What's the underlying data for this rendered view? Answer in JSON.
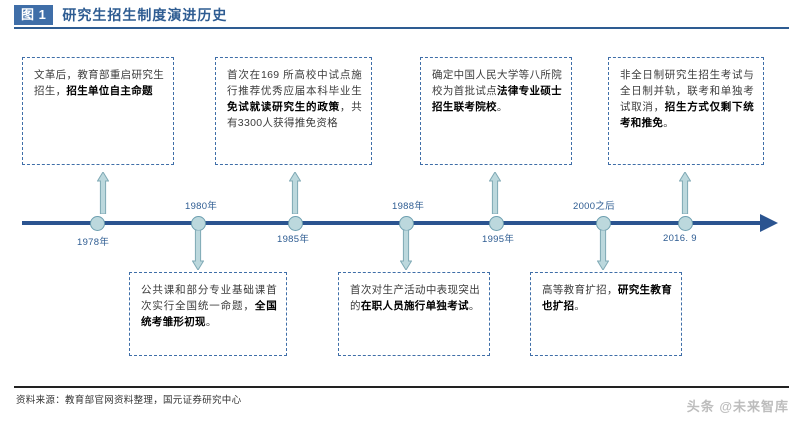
{
  "header": {
    "figure_badge": "图 1",
    "title": "研究生招生制度演进历史"
  },
  "timeline": {
    "nodes": [
      {
        "year": "1978年",
        "position": "below"
      },
      {
        "year": "1980年",
        "position": "above"
      },
      {
        "year": "1985年",
        "position": "below"
      },
      {
        "year": "1988年",
        "position": "above"
      },
      {
        "year": "1995年",
        "position": "below"
      },
      {
        "year": "2000之后",
        "position": "above"
      },
      {
        "year": "2016. 9",
        "position": "below"
      }
    ]
  },
  "top_boxes": [
    {
      "id": "box-1978",
      "text_plain": "文革后，教育部重启研究生招生，",
      "text_bold": "招生单位自主命题"
    },
    {
      "id": "box-1985",
      "text_plain": "首次在169 所高校中试点施行推荐优秀应届本科毕业生",
      "text_bold": "免试就读研究生的政策",
      "text_tail": "，共有3300人获得推免资格"
    },
    {
      "id": "box-1995",
      "text_plain": "确定中国人民大学等八所院校为首批试点",
      "text_bold": "法律专业硕士招生联考院校",
      "text_tail": "。"
    },
    {
      "id": "box-2016",
      "text_plain": "非全日制研究生招生考试与全日制并轨，联考和单独考试取消，",
      "text_bold": "招生方式仅剩下统考和推免",
      "text_tail": "。"
    }
  ],
  "bottom_boxes": [
    {
      "id": "box-1980",
      "text_plain": "公共课和部分专业基础课首次实行全国统一命题，",
      "text_bold": "全国统考雏形初现",
      "text_tail": "。"
    },
    {
      "id": "box-1988",
      "text_plain": "首次对生产活动中表现突出的",
      "text_bold": "在职人员施行单独考试",
      "text_tail": "。"
    },
    {
      "id": "box-2000",
      "text_plain": "高等教育扩招，",
      "text_bold": "研究生教育也扩招",
      "text_tail": "。"
    }
  ],
  "footer": {
    "source": "资料来源：教育部官网资料整理，国元证券研究中心",
    "watermark": "头条 @未来智库"
  },
  "colors": {
    "brand_blue": "#2e5c92",
    "badge_blue": "#3f6ea8",
    "axis_blue": "#2b5490",
    "node_fill": "#bcd8dd",
    "node_stroke": "#6d9fb0",
    "arrow_fill": "#bcd8dd",
    "arrow_stroke": "#7fa9b5"
  }
}
